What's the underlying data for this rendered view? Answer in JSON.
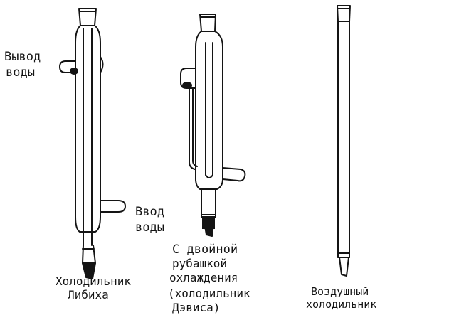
{
  "diagram": {
    "condensers": [
      {
        "id": "liebig",
        "caption_line1": "Холодильник",
        "caption_line2": "Либиха",
        "outlet_line1": "Вывод",
        "outlet_line2": "воды",
        "inlet_line1": "Ввод",
        "inlet_line2": "воды"
      },
      {
        "id": "davies",
        "caption_line1": "С двойной",
        "caption_line2": "рубашкой",
        "caption_line3": "охлаждения",
        "caption_line4": "(холодильник",
        "caption_line5": "Дэвиса)"
      },
      {
        "id": "air",
        "caption_line1": "Воздушный",
        "caption_line2": "холодильник"
      }
    ],
    "colors": {
      "ink": "#141414",
      "paper": "#ffffff"
    }
  }
}
